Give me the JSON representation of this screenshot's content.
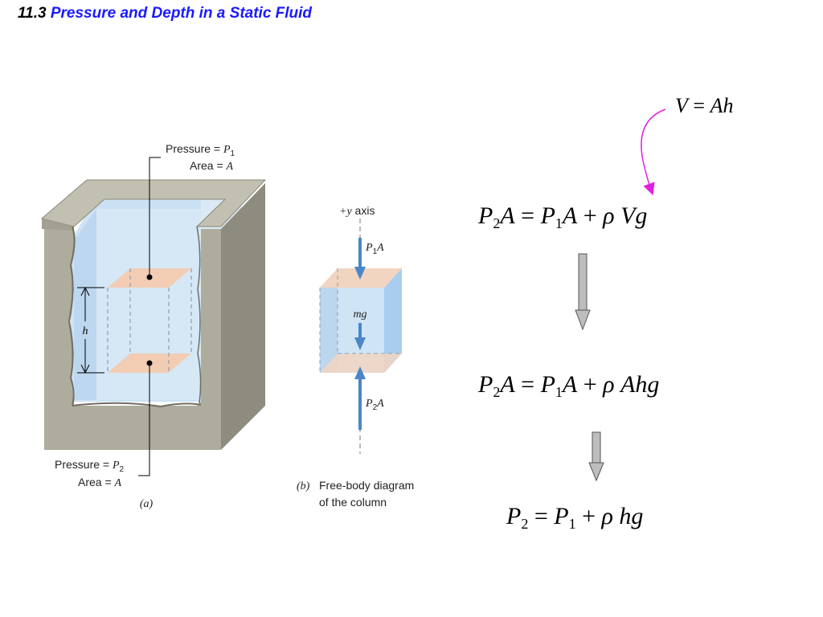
{
  "title": {
    "number": "11.3",
    "text": "Pressure and Depth in a Static Fluid"
  },
  "figure_a": {
    "top_label_line1": "Pressure = ",
    "top_label_var1": "P",
    "top_label_sub1": "1",
    "top_label_line2": "Area = ",
    "top_label_var2": "A",
    "bottom_label_line1": "Pressure = ",
    "bottom_label_var1": "P",
    "bottom_label_sub1": "2",
    "bottom_label_line2": "Area = ",
    "bottom_label_var2": "A",
    "height_label": "h",
    "caption": "(a)"
  },
  "figure_b": {
    "axis_label_var": "+y",
    "axis_label_text": " axis",
    "top_force_var": "P",
    "top_force_sub": "1",
    "top_force_var2": "A",
    "weight_label": "mg",
    "bottom_force_var": "P",
    "bottom_force_sub": "2",
    "bottom_force_var2": "A",
    "caption_letter": "(b)",
    "caption_line1": "Free-body diagram",
    "caption_line2": "of the column"
  },
  "equations": {
    "volume": {
      "lhs": "V",
      "eq": " = ",
      "rhs": "Ah"
    },
    "eq1": {
      "p2": "P",
      "p2sub": "2",
      "a1": "A",
      "eq": " = ",
      "p1": "P",
      "p1sub": "1",
      "a2": "A",
      "plus": " + ",
      "rho": "ρ",
      "rest": " Vg"
    },
    "eq2": {
      "p2": "P",
      "p2sub": "2",
      "a1": "A",
      "eq": " = ",
      "p1": "P",
      "p1sub": "1",
      "a2": "A",
      "plus": " + ",
      "rho": "ρ",
      "rest": "  Ahg"
    },
    "eq3": {
      "p2": "P",
      "p2sub": "2",
      "eq": " = ",
      "p1": "P",
      "p1sub": "1",
      "plus": " + ",
      "rho": "ρ",
      "rest": " hg"
    }
  },
  "colors": {
    "title_blue": "#1a1aff",
    "container": "#a8a696",
    "water": "#cfe4f5",
    "face": "#f2cdb4",
    "arrow_blue": "#4a86c8",
    "magenta": "#e020e0",
    "down_arrow": "#bdbdbd"
  }
}
